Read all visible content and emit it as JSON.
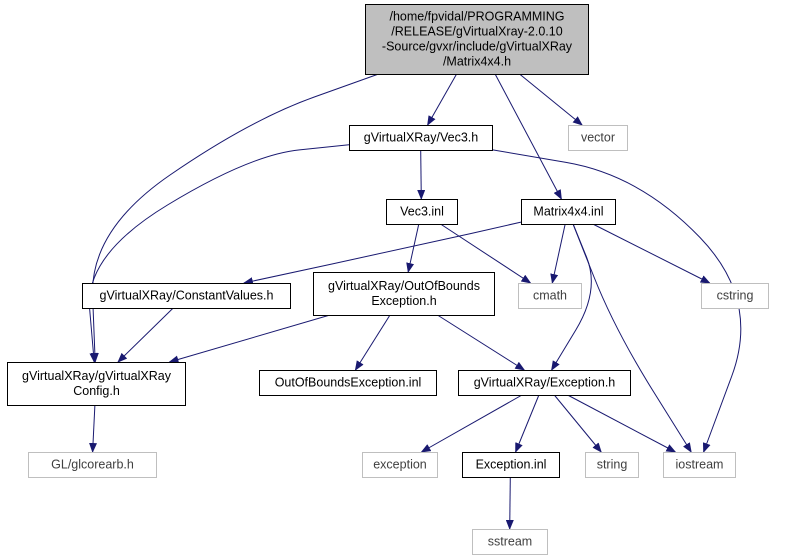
{
  "colors": {
    "edge": "#191970",
    "focus_fill": "#bfbfbf",
    "node_border": "#000000",
    "external_border": "#bfbfbf",
    "external_text": "#404040",
    "text": "#000000"
  },
  "nodes": [
    {
      "id": "matrix4x4_h",
      "kind": "focus",
      "lines": [
        "/home/fpvidal/PROGRAMMING",
        "/RELEASE/gVirtualXray-2.0.10",
        "-Source/gvxr/include/gVirtualXRay",
        "/Matrix4x4.h"
      ]
    },
    {
      "id": "vec3_h",
      "kind": "file",
      "lines": [
        "gVirtualXRay/Vec3.h"
      ]
    },
    {
      "id": "vector",
      "kind": "external",
      "lines": [
        "vector"
      ]
    },
    {
      "id": "vec3_inl",
      "kind": "file",
      "lines": [
        "Vec3.inl"
      ]
    },
    {
      "id": "matrix4x4_inl",
      "kind": "file",
      "lines": [
        "Matrix4x4.inl"
      ]
    },
    {
      "id": "constantvalues_h",
      "kind": "file",
      "lines": [
        "gVirtualXRay/ConstantValues.h"
      ]
    },
    {
      "id": "outofbounds_h",
      "kind": "file",
      "lines": [
        "gVirtualXRay/OutOfBounds",
        "Exception.h"
      ]
    },
    {
      "id": "cmath",
      "kind": "external",
      "lines": [
        "cmath"
      ]
    },
    {
      "id": "cstring",
      "kind": "external",
      "lines": [
        "cstring"
      ]
    },
    {
      "id": "config_h",
      "kind": "file",
      "lines": [
        "gVirtualXRay/gVirtualXRay",
        "Config.h"
      ]
    },
    {
      "id": "outofbounds_inl",
      "kind": "file",
      "lines": [
        "OutOfBoundsException.inl"
      ]
    },
    {
      "id": "exception_h",
      "kind": "file",
      "lines": [
        "gVirtualXRay/Exception.h"
      ]
    },
    {
      "id": "glcorearb",
      "kind": "external",
      "lines": [
        "GL/glcorearb.h"
      ]
    },
    {
      "id": "exception",
      "kind": "external",
      "lines": [
        "exception"
      ]
    },
    {
      "id": "exception_inl",
      "kind": "file",
      "lines": [
        "Exception.inl"
      ]
    },
    {
      "id": "string",
      "kind": "external",
      "lines": [
        "string"
      ]
    },
    {
      "id": "iostream",
      "kind": "external",
      "lines": [
        "iostream"
      ]
    },
    {
      "id": "sstream",
      "kind": "external",
      "lines": [
        "sstream"
      ]
    }
  ],
  "edges": [
    [
      "matrix4x4_h",
      "vec3_h"
    ],
    [
      "matrix4x4_h",
      "vector"
    ],
    [
      "matrix4x4_h",
      "matrix4x4_inl"
    ],
    [
      "matrix4x4_h",
      "config_h"
    ],
    [
      "vec3_h",
      "vec3_inl"
    ],
    [
      "vec3_h",
      "config_h"
    ],
    [
      "vec3_h",
      "iostream"
    ],
    [
      "vec3_inl",
      "outofbounds_h"
    ],
    [
      "vec3_inl",
      "cmath"
    ],
    [
      "matrix4x4_inl",
      "constantvalues_h"
    ],
    [
      "matrix4x4_inl",
      "cmath"
    ],
    [
      "matrix4x4_inl",
      "cstring"
    ],
    [
      "matrix4x4_inl",
      "exception_h"
    ],
    [
      "matrix4x4_inl",
      "iostream"
    ],
    [
      "constantvalues_h",
      "config_h"
    ],
    [
      "outofbounds_h",
      "config_h"
    ],
    [
      "outofbounds_h",
      "outofbounds_inl"
    ],
    [
      "outofbounds_h",
      "exception_h"
    ],
    [
      "config_h",
      "glcorearb"
    ],
    [
      "exception_h",
      "exception"
    ],
    [
      "exception_h",
      "exception_inl"
    ],
    [
      "exception_h",
      "string"
    ],
    [
      "exception_h",
      "iostream"
    ],
    [
      "exception_inl",
      "sstream"
    ]
  ]
}
